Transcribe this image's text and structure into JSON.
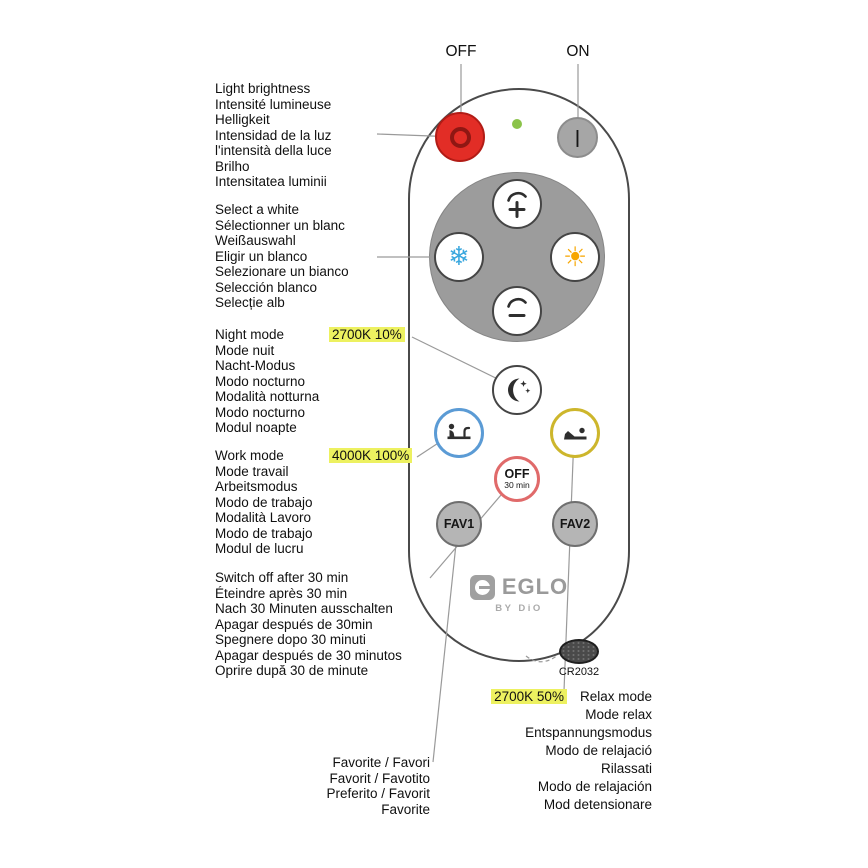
{
  "top_labels": {
    "off": "OFF",
    "on": "ON"
  },
  "annotations": {
    "brightness": {
      "lines": [
        "Light brightness",
        "Intensité lumineuse",
        "Helligkeit",
        "Intensidad de la luz",
        "l'intensità della luce",
        "Brilho",
        "Intensitatea luminii"
      ]
    },
    "select_white": {
      "lines": [
        "Select a white",
        "Sélectionner un blanc",
        "Weißauswahl",
        "Eligir un blanco",
        "Selezionare un bianco",
        "Selección blanco",
        "Selecție alb"
      ]
    },
    "night_mode": {
      "title": "Night mode",
      "value": "2700K 10%",
      "lines": [
        "Mode nuit",
        "Nacht-Modus",
        "Modo nocturno",
        "Modalità notturna",
        "Modo nocturno",
        "Modul noapte"
      ]
    },
    "work_mode": {
      "title": "Work mode",
      "value": "4000K 100%",
      "lines": [
        "Mode travail",
        "Arbeitsmodus",
        "Modo de trabajo",
        "Modalità Lavoro",
        "Modo de trabajo",
        "Modul de lucru"
      ]
    },
    "switch_off_timer": {
      "lines": [
        "Switch off after 30 min",
        "Éteindre après 30 min",
        "Nach 30 Minuten ausschalten",
        "Apagar después de 30min",
        "Spegnere dopo 30 minuti",
        "Apagar después de 30 minutos",
        "Oprire după 30 de minute"
      ]
    },
    "favorite": {
      "lines": [
        "Favorite / Favori",
        "Favorit / Favotito",
        "Preferito / Favorit",
        "Favorite"
      ]
    },
    "relax_mode": {
      "value": "2700K 50%",
      "title": "Relax mode",
      "lines": [
        "Mode relax",
        "Entspannungsmodus",
        "Modo de relajació",
        "Rilassati",
        "Modo de relajación",
        "Mod detensionare"
      ]
    }
  },
  "remote": {
    "fav1_label": "FAV1",
    "fav2_label": "FAV2",
    "off_timer": {
      "line1": "OFF",
      "line2": "30 min"
    },
    "brand": "EGLO",
    "brand_sub": "BY DiO",
    "battery_label": "CR2032"
  },
  "icons": {
    "snowflake": "❄",
    "sun": "☀",
    "power_on": "|"
  },
  "colors": {
    "highlight": "#edf160",
    "power_red": "#e22d26",
    "ring_dark_red": "#8f1713",
    "cool_blue": "#3aa7de",
    "warm_yellow": "#f7a600",
    "work_ring_blue": "#5b9bd5",
    "relax_ring_yellow": "#cdb62c",
    "timer_ring_red": "#e06a6a",
    "led_green": "#8bc34a",
    "pad_gray": "#9c9c9c"
  }
}
